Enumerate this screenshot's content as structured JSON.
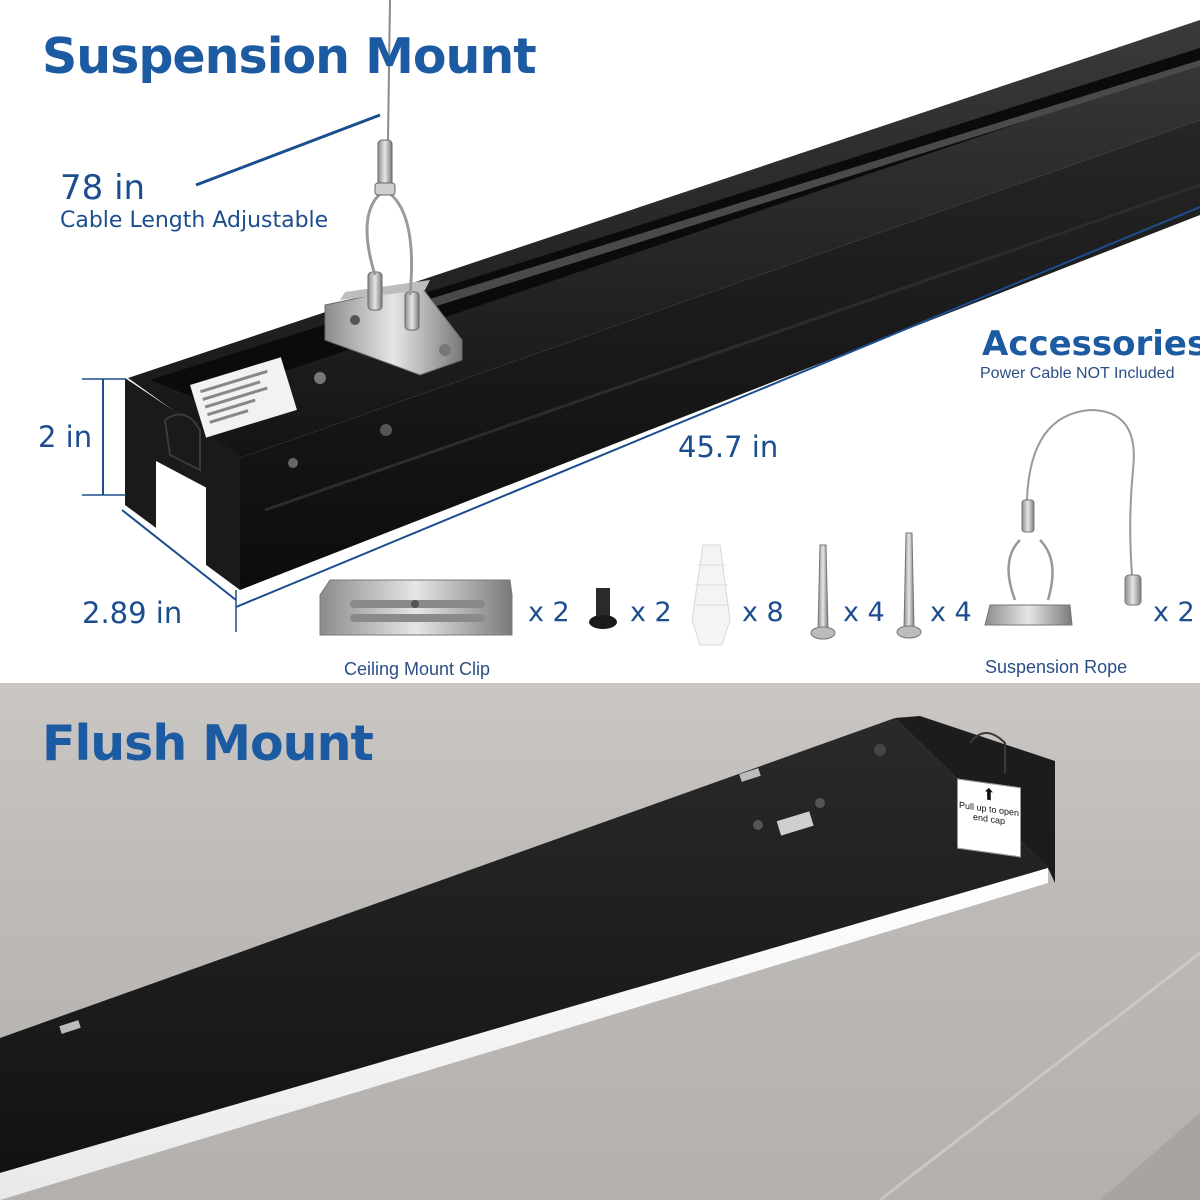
{
  "suspension": {
    "title": "Suspension Mount",
    "cable_length": "78 in",
    "cable_caption": "Cable Length Adjustable",
    "dim_height": "2 in",
    "dim_length": "45.7 in",
    "dim_width": "2.89 in"
  },
  "accessories": {
    "title": "Accessories",
    "note": "Power Cable NOT Included",
    "items": [
      {
        "name": "ceiling-mount-clip",
        "qty": "x 2"
      },
      {
        "name": "machine-screw",
        "qty": "x 2"
      },
      {
        "name": "wall-anchor",
        "qty": "x 8"
      },
      {
        "name": "short-wood-screw",
        "qty": "x 4"
      },
      {
        "name": "long-wood-screw",
        "qty": "x 4"
      },
      {
        "name": "suspension-rope-set",
        "qty": "x 2"
      }
    ],
    "clip_caption": "Ceiling Mount Clip",
    "rope_caption": "Suspension Rope"
  },
  "flush": {
    "title": "Flush Mount",
    "end_cap_label": "Pull up to open end cap"
  },
  "colors": {
    "heading_blue": "#1c5aa2",
    "dimension_blue": "#1c4e8f",
    "fixture_black": "#1a1a1a",
    "ceiling_gray": "#bdbab7"
  }
}
